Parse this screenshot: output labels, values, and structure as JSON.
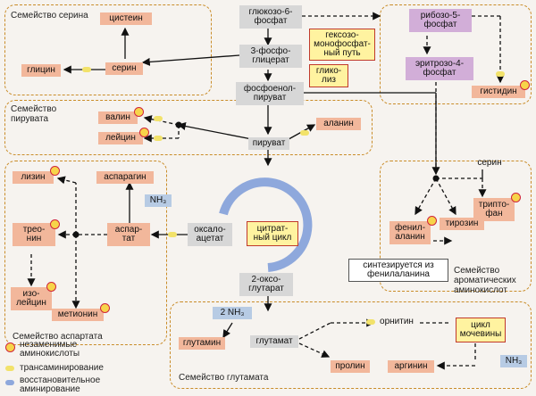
{
  "families": {
    "serine": "Семейство серина",
    "pyruvate": "Семейство\nпирувата",
    "aspartate": "Семейство аспартата",
    "glutamate": "Семейство глутамата",
    "aromatic": "Семейство\nароматических\nаминокислот"
  },
  "nodes": {
    "glucose6p": "глюкозо-6-\nфосфат",
    "ribose5p": "рибозо-5-\nфосфат",
    "cysteine": "цистеин",
    "hmp": "гексозо-\nмонофосфат-\nный путь",
    "pga": "3-фосфо-\nглицерат",
    "erythrose4p": "эритрозо-4-\nфосфат",
    "serine": "серин",
    "glycine": "глицин",
    "glycolysis": "глико-\nлиз",
    "pep": "фосфоенол-\nпируват",
    "histidine": "гистидин",
    "valine": "валин",
    "alanine": "аланин",
    "leucine": "лейцин",
    "pyruvate": "пируват",
    "serine2": "серин",
    "lysine": "лизин",
    "asparagine": "аспарагин",
    "nh3a": "NH₃",
    "tryptophan": "трипто-\nфан",
    "threonine": "трео-\nнин",
    "aspartate": "аспар-\nтат",
    "oxaloacetate": "оксало-\nацетат",
    "citric": "цитрат-\nный цикл",
    "phenylalanine": "фенил-\nаланин",
    "tyrosine": "тирозин",
    "isoleucine": "изо-\nлейцин",
    "note": "синтезируется из\nфенилаланина",
    "methionine": "метионин",
    "oxoglutarate": "2-оксо-\nглутарат",
    "nh3b": "2 NH₃",
    "ornithine": "орнитин",
    "glutamine": "глутамин",
    "glutamate": "глутамат",
    "urea": "цикл\nмочевины",
    "proline": "пролин",
    "arginine": "аргинин",
    "nh3c": "NH₃"
  },
  "legend": {
    "essential": "незаменимые\nаминокислоты",
    "transamination": "трансаминирование",
    "reductive": "восстановительное\nаминирование"
  },
  "colors": {
    "amino_acid": "#f2b79b",
    "intermediate": "#d2aed8",
    "pathway": "#fff3a0",
    "family_border": "#c98c28",
    "essential_marker": "#d0243a"
  }
}
